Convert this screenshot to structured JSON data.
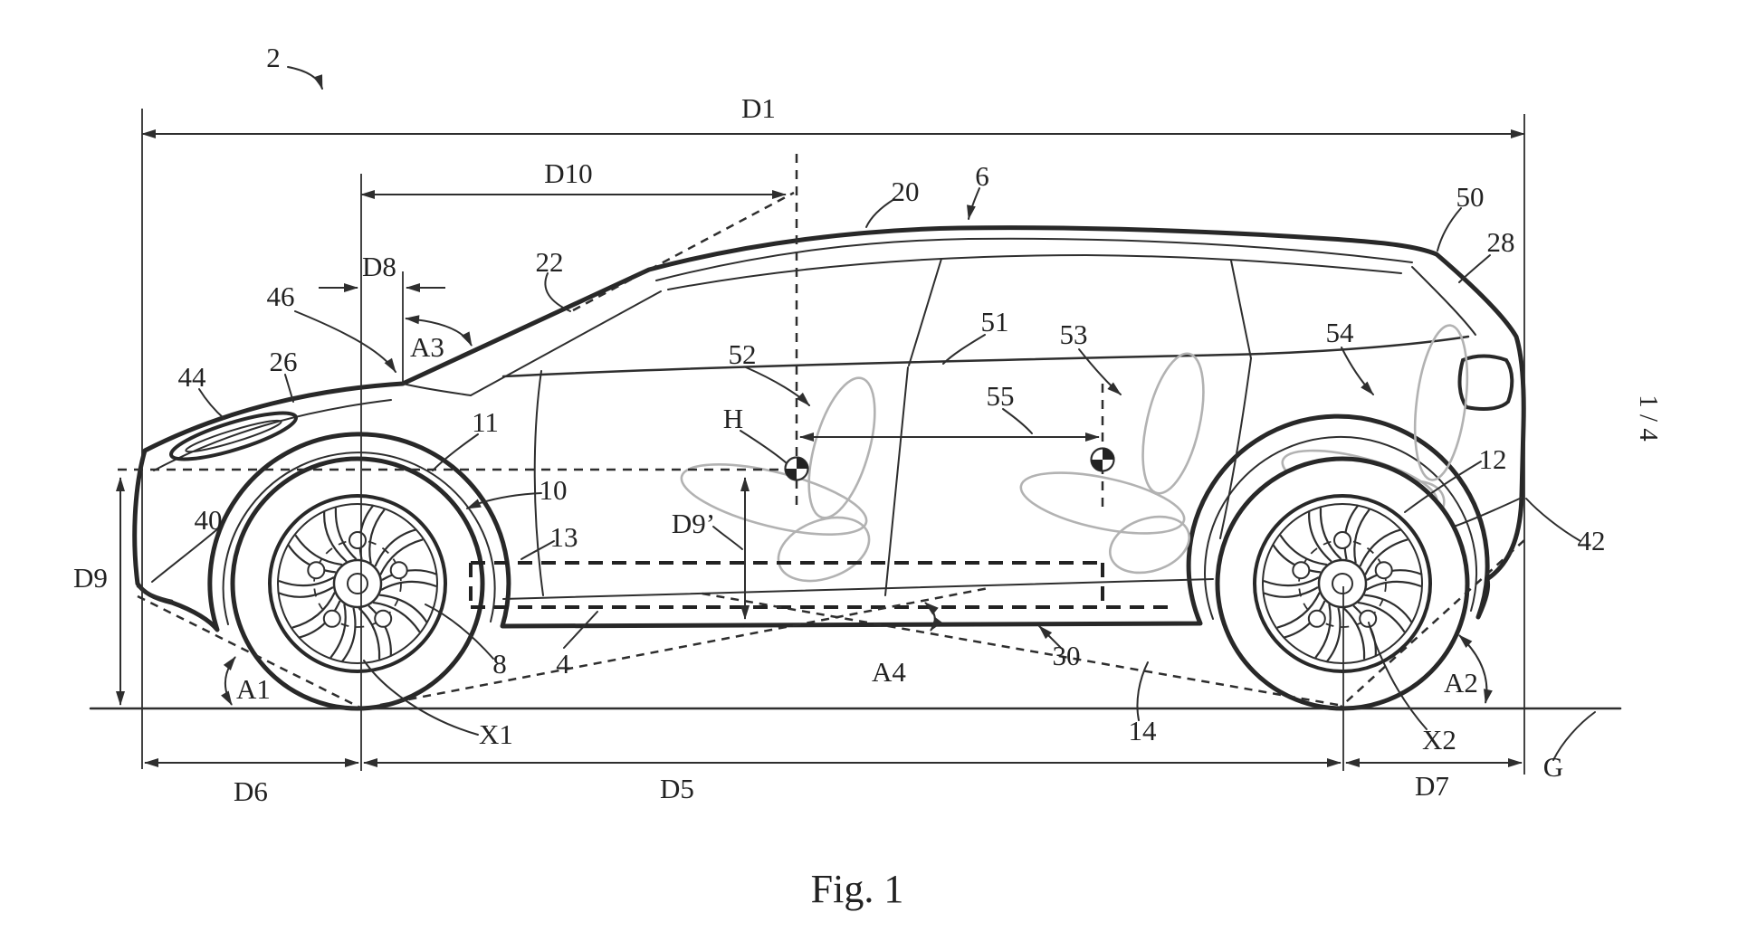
{
  "figure": {
    "caption": "Fig. 1",
    "sheet_indicator": "1 / 4"
  },
  "dimensions": {
    "d1": "D1",
    "d5": "D5",
    "d6": "D6",
    "d7": "D7",
    "d8": "D8",
    "d9": "D9",
    "d9_prime": "D9’",
    "d10": "D10"
  },
  "angles": {
    "a1": "A1",
    "a2": "A2",
    "a3": "A3",
    "a4": "A4"
  },
  "points": {
    "h_point": "H",
    "x1": "X1",
    "x2": "X2",
    "ground": "G"
  },
  "references": {
    "r2": "2",
    "r4": "4",
    "r6": "6",
    "r8": "8",
    "r10": "10",
    "r11": "11",
    "r12": "12",
    "r13": "13",
    "r14": "14",
    "r20": "20",
    "r22": "22",
    "r26": "26",
    "r28": "28",
    "r30": "30",
    "r40": "40",
    "r42": "42",
    "r44": "44",
    "r46": "46",
    "r50": "50",
    "r51": "51",
    "r52": "52",
    "r53": "53",
    "r54": "54",
    "r55": "55"
  },
  "colors": {
    "line": "#282828",
    "seat_outline": "#b2b2b2",
    "background": "#ffffff"
  }
}
